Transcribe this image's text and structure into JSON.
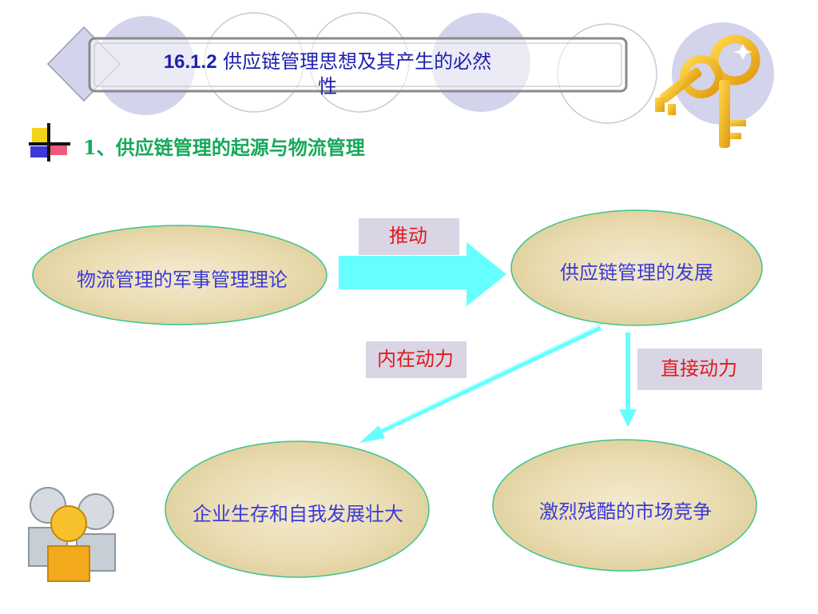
{
  "header": {
    "title_number": "16.1.2",
    "title_text": " 供应链管理思想及其产生的必然",
    "title_cont": "性"
  },
  "subtitle": "1、供应链管理的起源与物流管理",
  "nodes": {
    "military": "物流管理的军事管理理论",
    "development": "供应链管理的发展",
    "enterprise": "企业生存和自我发展壮大",
    "competition": "激烈残酷的市场竞争"
  },
  "labels": {
    "push": "推动",
    "internal": "内在动力",
    "direct": "直接动力"
  },
  "colors": {
    "arrow": "#66ffff",
    "node_fill": "#eee2b6",
    "node_stroke": "#3cc48a",
    "label_bg": "#d9d5e5",
    "label_text": "#e01a1a",
    "node_text": "#3b3bd9",
    "subtitle_text": "#17a85a"
  }
}
